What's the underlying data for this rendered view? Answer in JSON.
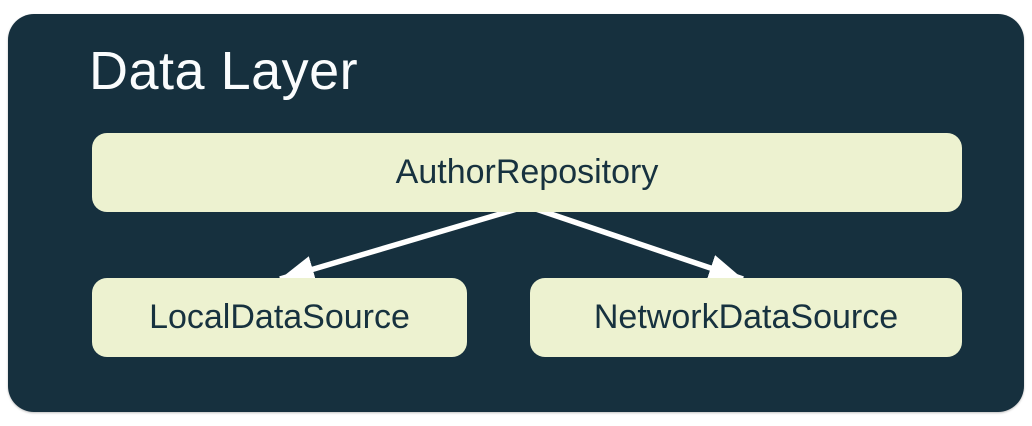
{
  "diagram": {
    "title": "Data Layer",
    "nodes": [
      {
        "id": "author-repository",
        "label": "AuthorRepository"
      },
      {
        "id": "local-data-source",
        "label": "LocalDataSource"
      },
      {
        "id": "network-data-source",
        "label": "NetworkDataSource"
      }
    ],
    "edges": [
      {
        "from": "AuthorRepository",
        "to": "LocalDataSource"
      },
      {
        "from": "AuthorRepository",
        "to": "NetworkDataSource"
      }
    ],
    "colors": {
      "page_background": "#FFFFFF",
      "panel_background": "#16303E",
      "node_background": "#EDF2D0",
      "node_text": "#17323F",
      "title_text": "#FAFCFD",
      "arrow": "#FFFFFF"
    }
  }
}
